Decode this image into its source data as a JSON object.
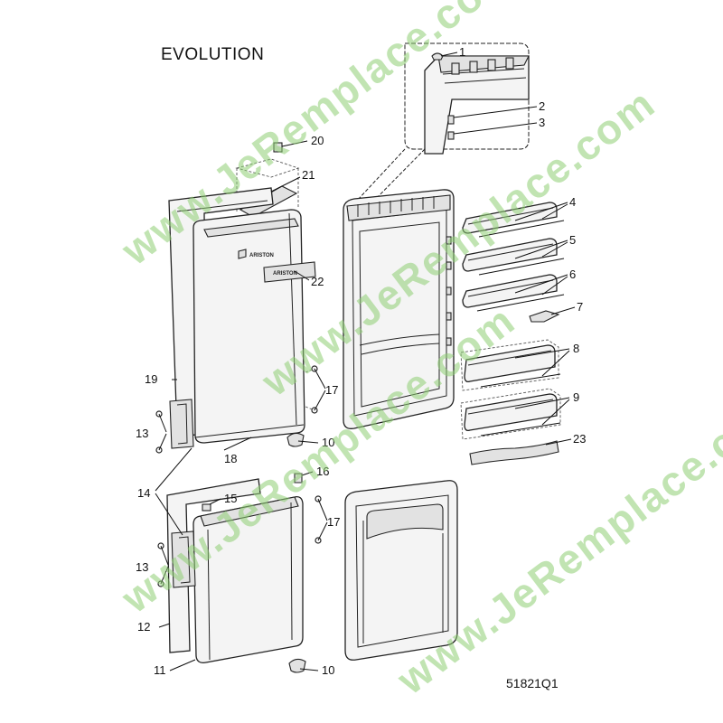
{
  "title": "EVOLUTION",
  "reference_code": "51821Q1",
  "watermark": "www.JeRemplace.com",
  "brand_logo": "ARISTON",
  "callouts": {
    "n1": "1",
    "n2": "2",
    "n3": "3",
    "n4": "4",
    "n5": "5",
    "n6": "6",
    "n7": "7",
    "n8": "8",
    "n9": "9",
    "n10a": "10",
    "n10b": "10",
    "n11": "11",
    "n12": "12",
    "n13a": "13",
    "n13b": "13",
    "n14": "14",
    "n15": "15",
    "n16": "16",
    "n17a": "17",
    "n17b": "17",
    "n18": "18",
    "n19": "19",
    "n20": "20",
    "n21": "21",
    "n22": "22",
    "n23": "23"
  },
  "colors": {
    "line": "#222222",
    "watermark": "#8fcf74",
    "part_fill": "#f4f4f4"
  }
}
